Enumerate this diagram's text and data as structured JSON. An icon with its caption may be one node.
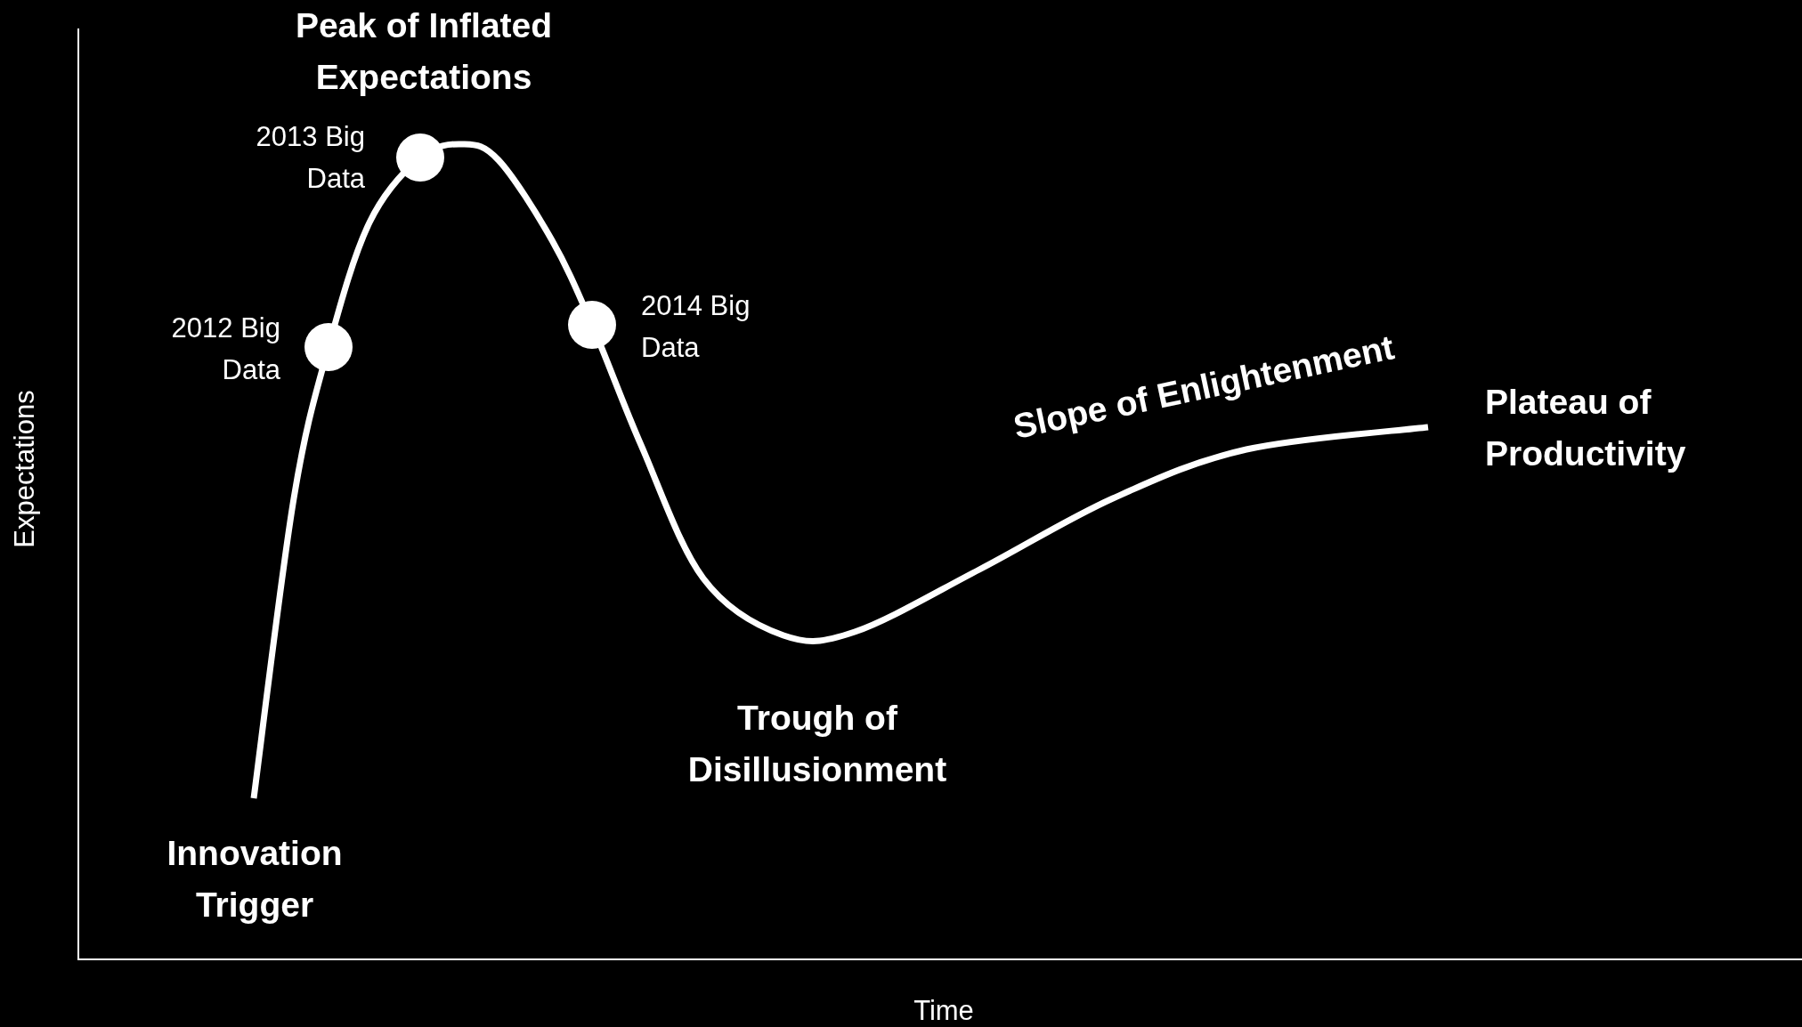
{
  "diagram": {
    "labels": [
      "Peak of Inflated Expectations",
      "2013 Big Data",
      "2012 Big Data",
      "2014 Big Data",
      "Slope of Enlightenment",
      "Plateau of Productivity",
      "Expectations",
      "Trough of Disillusionment",
      "Innovation Trigger",
      "Time"
    ]
  }
}
